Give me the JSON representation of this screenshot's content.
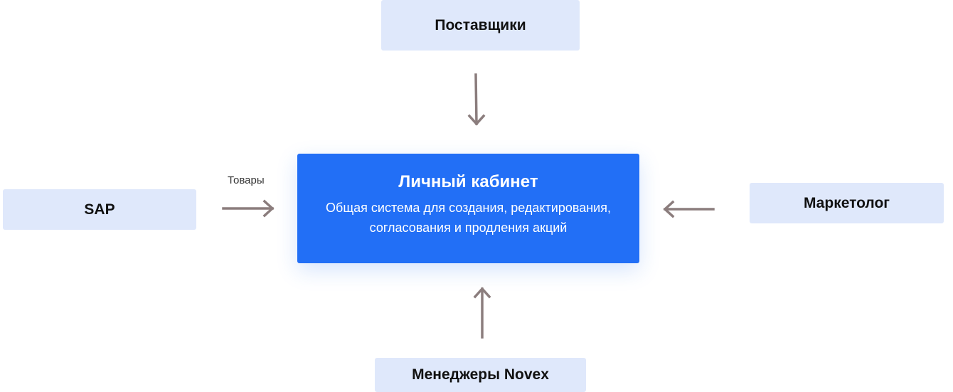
{
  "nodes": {
    "suppliers": "Поставщики",
    "sap": "SAP",
    "marketer": "Маркетолог",
    "managers": "Менеджеры Novex",
    "main": {
      "title": "Личный кабинет",
      "description": "Общая система для создания, редактирования, согласования и продления акций"
    }
  },
  "edges": {
    "sap_label": "Товары"
  },
  "colors": {
    "main": "#226ff6",
    "node": "#dfe8fb",
    "arrow": "#8b7d7d"
  }
}
